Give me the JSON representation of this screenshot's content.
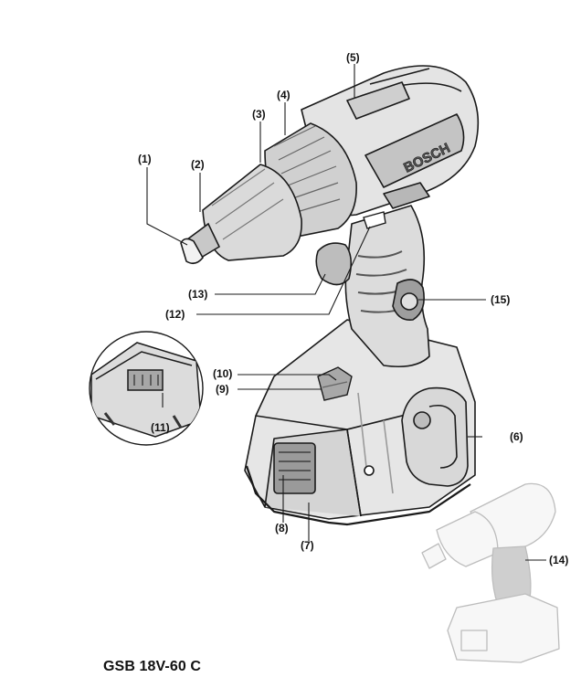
{
  "model_name": "GSB 18V-60 C",
  "logo_text": "BOSCH",
  "callouts": {
    "c1": "(1)",
    "c2": "(2)",
    "c3": "(3)",
    "c4": "(4)",
    "c5": "(5)",
    "c6": "(6)",
    "c7": "(7)",
    "c8": "(8)",
    "c9": "(9)",
    "c10": "(10)",
    "c11": "(11)",
    "c12": "(12)",
    "c13": "(13)",
    "c14": "(14)",
    "c15": "(15)"
  },
  "colors": {
    "line": "#1a1a1a",
    "body": "#e9e9e9",
    "shade": "#c9c9c9",
    "dark": "#8a8a8a",
    "faded": "#bdbdbd"
  }
}
